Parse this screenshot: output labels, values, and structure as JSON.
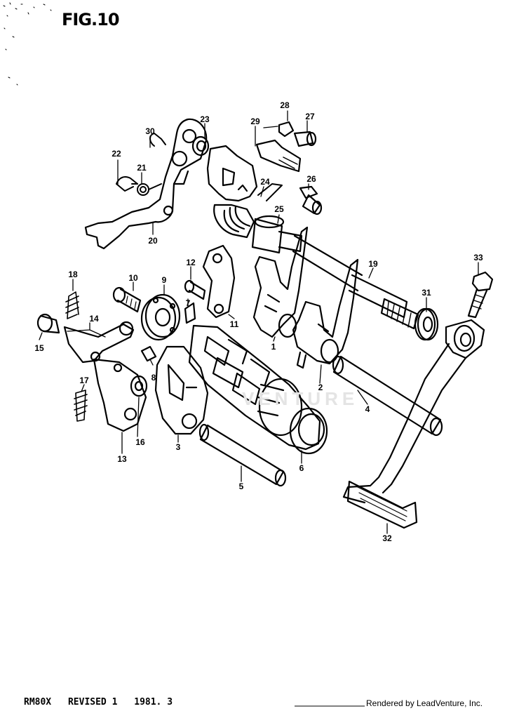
{
  "figure": {
    "title": "FIG.10",
    "watermark": "VENTURE"
  },
  "callouts": [
    {
      "id": "1",
      "label": "1"
    },
    {
      "id": "2",
      "label": "2"
    },
    {
      "id": "3",
      "label": "3"
    },
    {
      "id": "4",
      "label": "4"
    },
    {
      "id": "5",
      "label": "5"
    },
    {
      "id": "6",
      "label": "6"
    },
    {
      "id": "7",
      "label": "7"
    },
    {
      "id": "8",
      "label": "8"
    },
    {
      "id": "9",
      "label": "9"
    },
    {
      "id": "10",
      "label": "10"
    },
    {
      "id": "11",
      "label": "11"
    },
    {
      "id": "12",
      "label": "12"
    },
    {
      "id": "13",
      "label": "13"
    },
    {
      "id": "14",
      "label": "14"
    },
    {
      "id": "15",
      "label": "15"
    },
    {
      "id": "16",
      "label": "16"
    },
    {
      "id": "17",
      "label": "17"
    },
    {
      "id": "18",
      "label": "18"
    },
    {
      "id": "19",
      "label": "19"
    },
    {
      "id": "20",
      "label": "20"
    },
    {
      "id": "21",
      "label": "21"
    },
    {
      "id": "22",
      "label": "22"
    },
    {
      "id": "23",
      "label": "23"
    },
    {
      "id": "24",
      "label": "24"
    },
    {
      "id": "25",
      "label": "25"
    },
    {
      "id": "26",
      "label": "26"
    },
    {
      "id": "27",
      "label": "27"
    },
    {
      "id": "28",
      "label": "28"
    },
    {
      "id": "29",
      "label": "29"
    },
    {
      "id": "30",
      "label": "30"
    },
    {
      "id": "31",
      "label": "31"
    },
    {
      "id": "32",
      "label": "32"
    },
    {
      "id": "33",
      "label": "33"
    }
  ],
  "footer": {
    "model": "RM80X",
    "revision": "REVISED 1",
    "date": "1981. 3",
    "rendered_by": "Rendered by LeadVenture, Inc."
  },
  "colors": {
    "ink": "#000000",
    "paper": "#ffffff",
    "watermark": "#e4e4e4"
  }
}
